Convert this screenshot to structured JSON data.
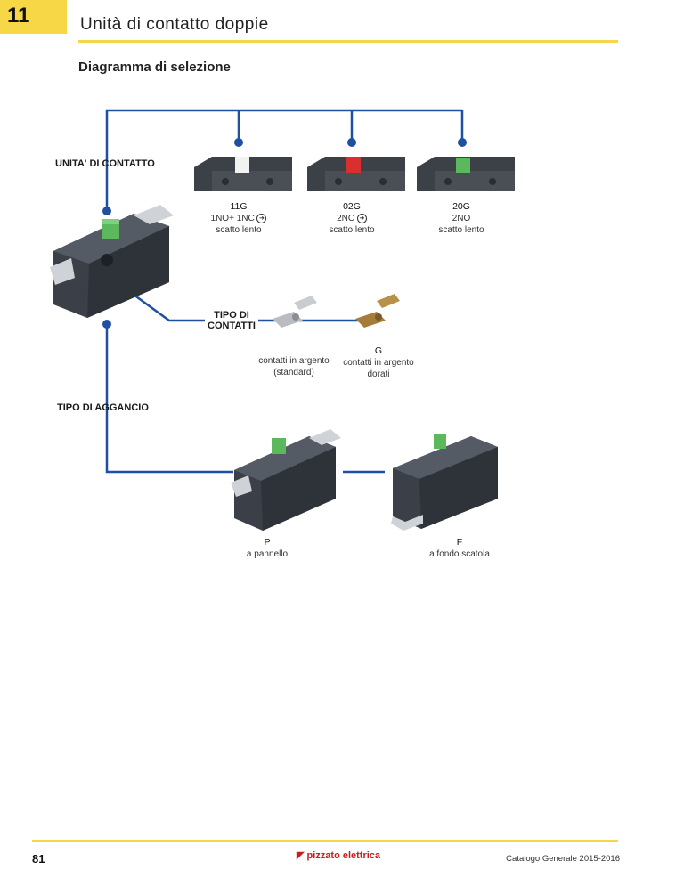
{
  "header": {
    "chapter": "11",
    "title": "Unità di contatto doppie"
  },
  "section": {
    "title": "Diagramma di selezione"
  },
  "groups": {
    "contact_unit": "UNITA' DI CONTATTO",
    "contact_type": "TIPO DI CONTATTI",
    "mounting": "TIPO DI AGGANCIO"
  },
  "contact_units": [
    {
      "code": "11G",
      "line1": "1NO+ 1NC",
      "line2": "scatto lento",
      "arrow": true,
      "button_color": "#f2f2f2"
    },
    {
      "code": "02G",
      "line1": "2NC",
      "line2": "scatto lento",
      "arrow": true,
      "button_color": "#d92f2f"
    },
    {
      "code": "20G",
      "line1": "2NO",
      "line2": "scatto lento",
      "arrow": false,
      "button_color": "#5cb85c"
    }
  ],
  "contact_types": [
    {
      "code": "",
      "line1": "contatti in argento",
      "line2": "(standard)"
    },
    {
      "code": "G",
      "line1": "contatti in argento",
      "line2": "dorati"
    }
  ],
  "mountings": [
    {
      "code": "P",
      "line1": "a pannello"
    },
    {
      "code": "F",
      "line1": "a fondo scatola"
    }
  ],
  "footer": {
    "page": "81",
    "brand": "pizzato elettrica",
    "catalog": "Catalogo Generale 2015-2016"
  },
  "colors": {
    "accent_yellow": "#f7d745",
    "line_blue": "#1f4fa0"
  }
}
